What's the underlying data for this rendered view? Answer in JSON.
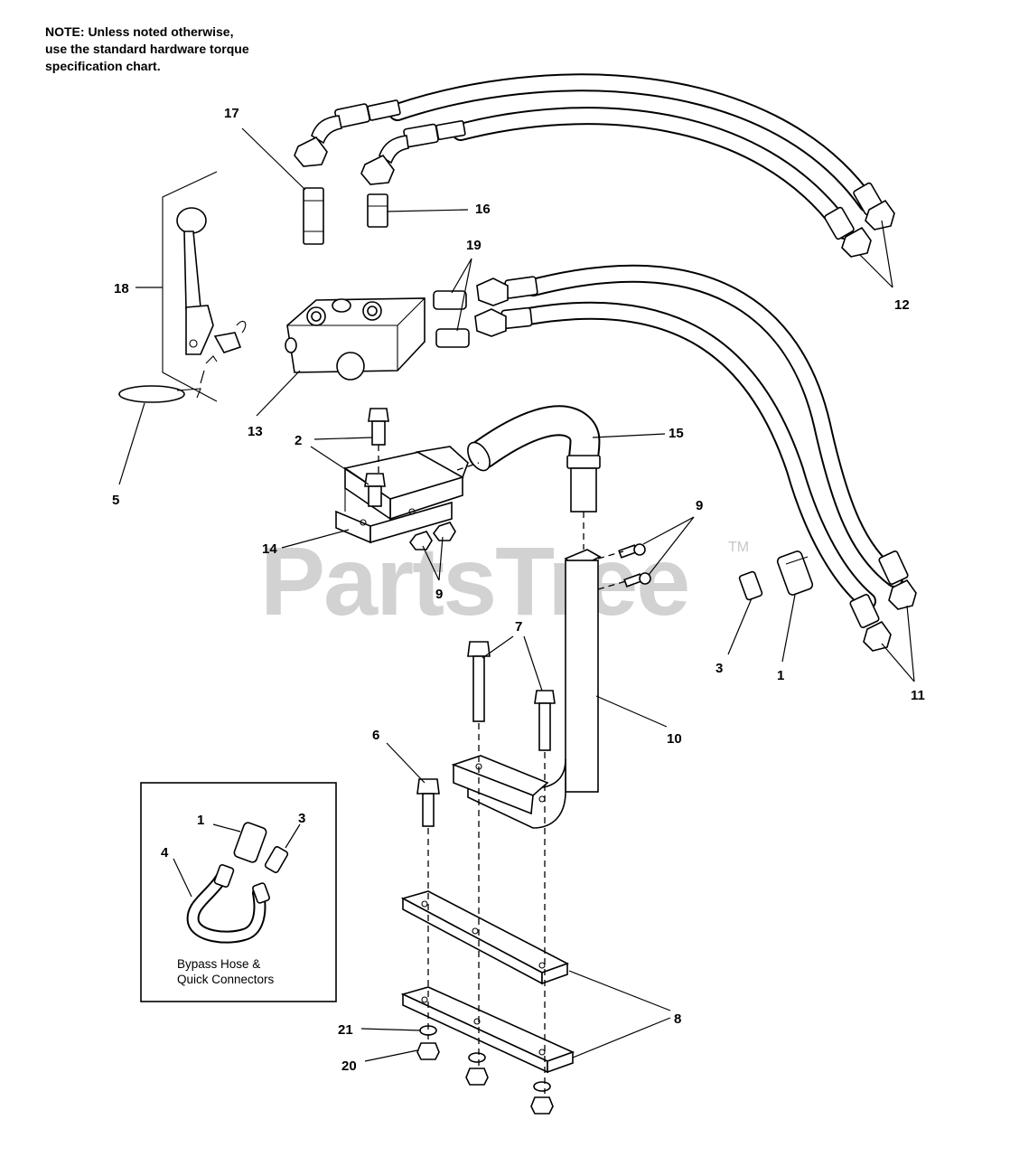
{
  "note": {
    "line1": "NOTE: Unless noted otherwise,",
    "line2": "use the standard hardware torque",
    "line3": "specification chart."
  },
  "watermark": {
    "text": "PartsTree",
    "trademark": "TM"
  },
  "callouts": {
    "c1": "1",
    "c2": "2",
    "c3": "3",
    "c5": "5",
    "c6": "6",
    "c7": "7",
    "c8": "8",
    "c9a": "9",
    "c9b": "9",
    "c10": "10",
    "c11": "11",
    "c12": "12",
    "c13": "13",
    "c14": "14",
    "c15": "15",
    "c16": "16",
    "c17": "17",
    "c18": "18",
    "c19": "19",
    "c20": "20",
    "c21": "21"
  },
  "inset": {
    "callout_1": "1",
    "callout_3": "3",
    "callout_4": "4",
    "caption_line1": "Bypass Hose &",
    "caption_line2": "Quick Connectors"
  }
}
